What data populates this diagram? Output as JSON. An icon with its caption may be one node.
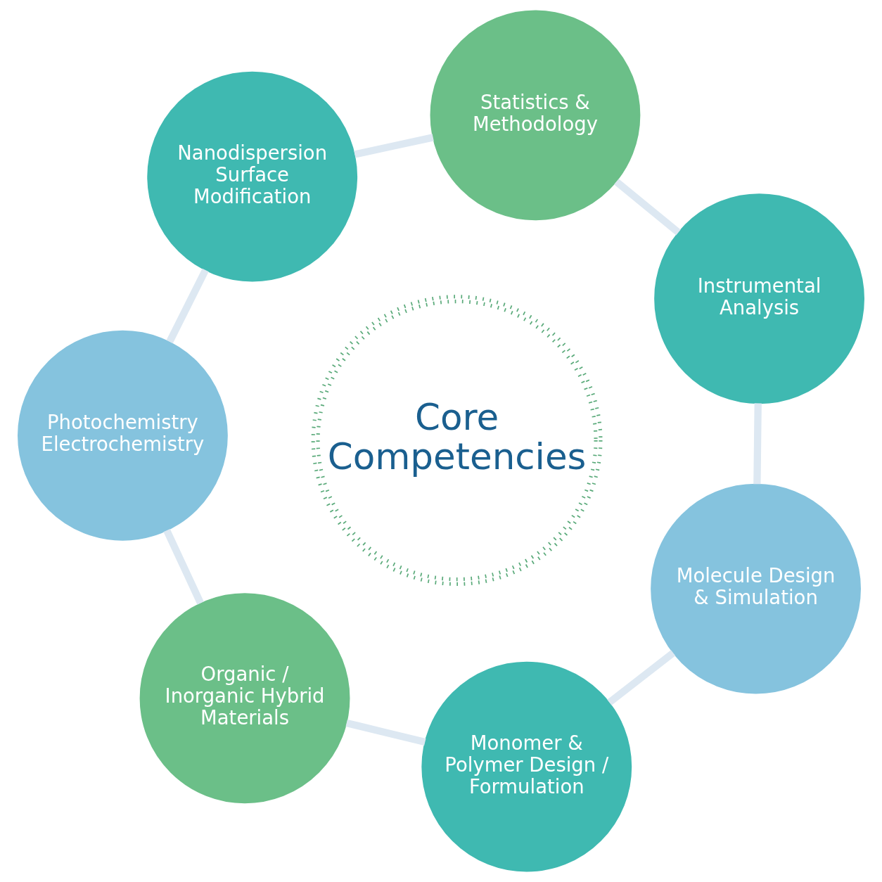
{
  "diagram": {
    "nodes": [
      {
        "text": [
          "Core Competencies"
        ]
      },
      {
        "text": [
          "Molecule Design & Simulation"
        ]
      },
      {
        "text": [
          "Instrumental Analysis"
        ]
      },
      {
        "text": [
          "Statistics & Methodology"
        ]
      },
      {
        "text": [
          "Nanodispersion Surface Modification"
        ]
      },
      {
        "text": [
          "Photochemistry Electrochemistry"
        ]
      },
      {
        "text": [
          "Organic / Inorganic Hybrid Materials"
        ]
      },
      {
        "text": [
          "Monomer & Polymer Design / Formulation"
        ]
      }
    ],
    "edges": [
      {
        "from": 1,
        "to": 2,
        "arrow": "none"
      },
      {
        "from": 2,
        "to": 3,
        "arrow": "none"
      },
      {
        "from": 3,
        "to": 4,
        "arrow": "none"
      },
      {
        "from": 4,
        "to": 5,
        "arrow": "none"
      },
      {
        "from": 5,
        "to": 6,
        "arrow": "none"
      },
      {
        "from": 6,
        "to": 7,
        "arrow": "none"
      },
      {
        "from": 7,
        "to": 1,
        "arrow": "none"
      }
    ]
  }
}
